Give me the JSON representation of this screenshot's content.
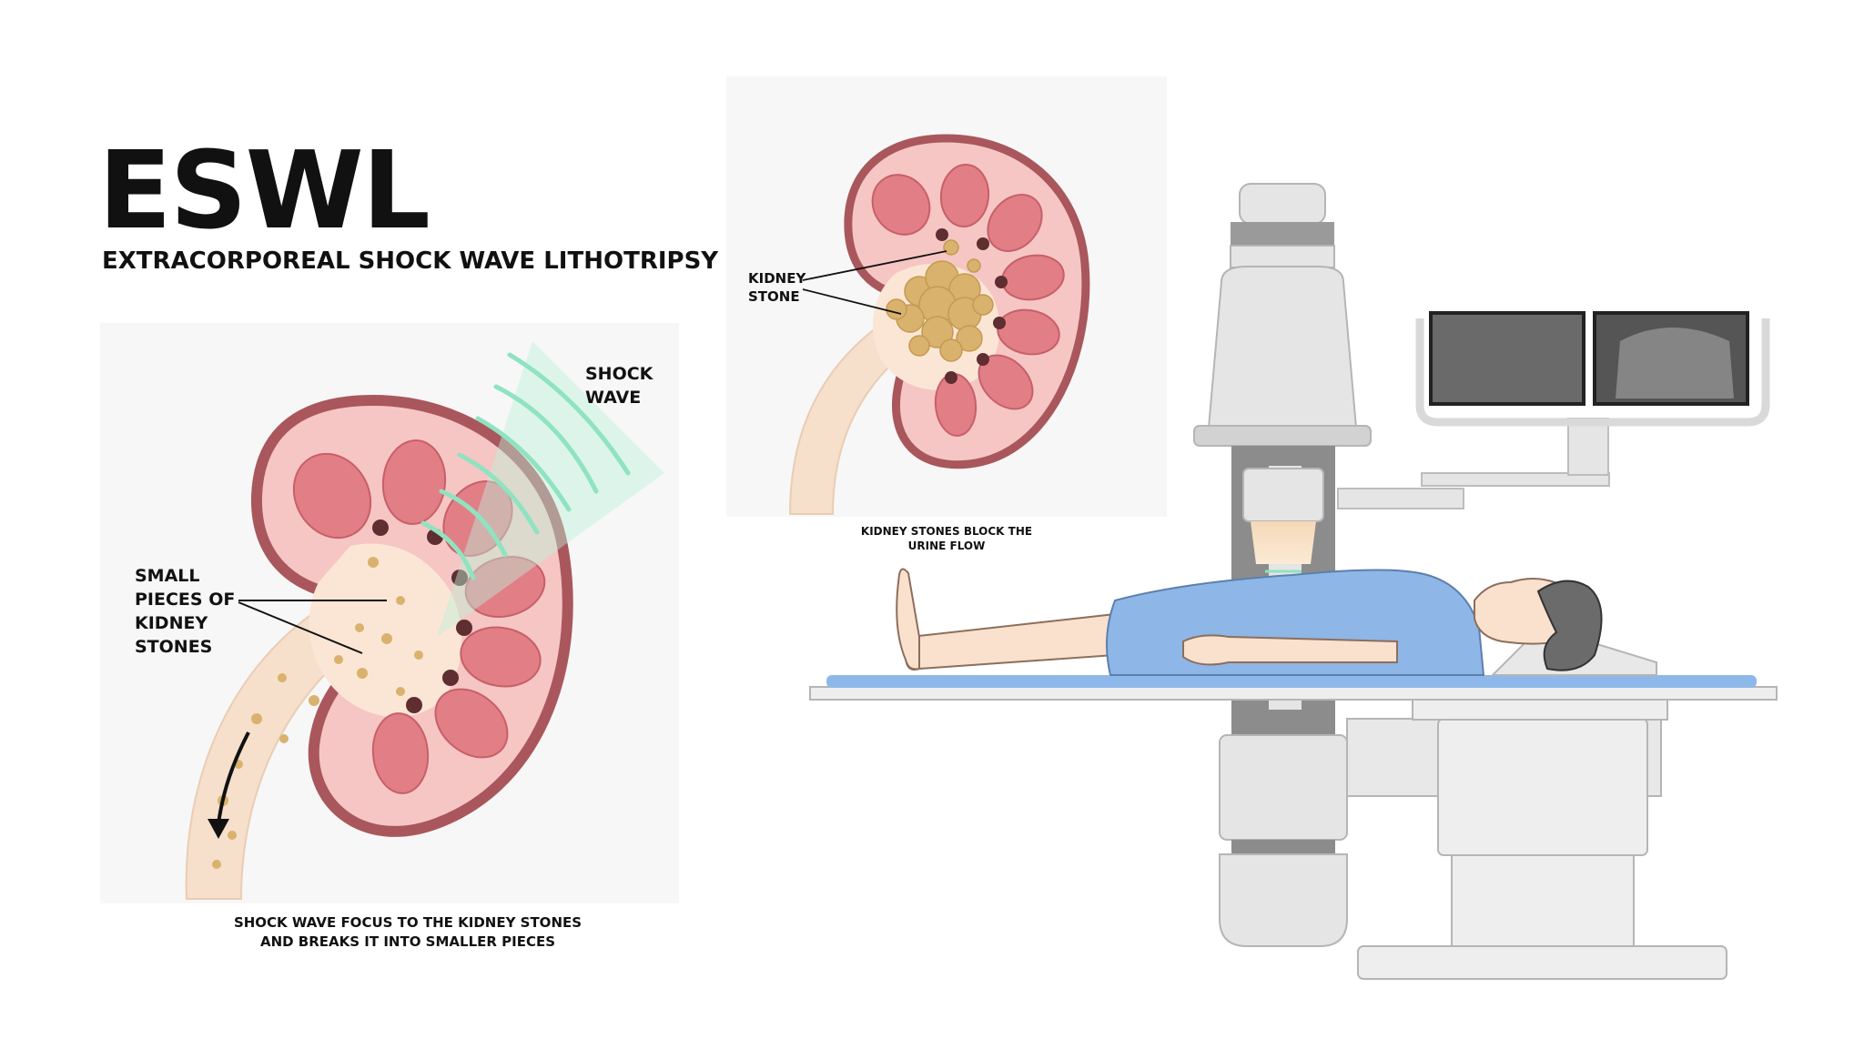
{
  "header": {
    "title": "ESWL",
    "subtitle": "EXTRACORPOREAL SHOCK WAVE LITHOTRIPSY"
  },
  "left_panel": {
    "shock_wave_label": "SHOCK\nWAVE",
    "pieces_label": "SMALL\nPIECES OF\nKIDNEY\nSTONES",
    "caption": "SHOCK WAVE FOCUS TO THE KIDNEY STONES\nAND BREAKS IT INTO SMALLER PIECES"
  },
  "top_panel": {
    "stone_label": "KIDNEY\nSTONE",
    "caption": "KIDNEY STONES BLOCK THE\nURINE FLOW"
  },
  "colors": {
    "kidney_outline": "#a9575c",
    "kidney_fill": "#f6c6c4",
    "pyramid": "#e27f86",
    "pelvis": "#fbe6d6",
    "ureter": "#f6dfcb",
    "stone": "#d9b26d",
    "wave": "#8fe3c0",
    "machine": "#e5e5e5",
    "machine_dark": "#8c8c8c",
    "gown": "#8eb6e6",
    "skin": "#f9e1cd",
    "table": "#8fb8ea"
  }
}
